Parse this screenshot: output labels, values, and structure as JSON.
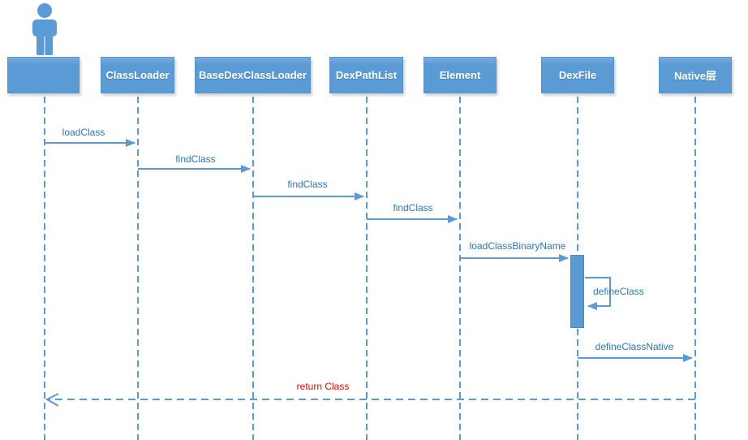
{
  "diagram": {
    "type": "uml-sequence-diagram",
    "colors": {
      "primary_blue": "#5b9bd5",
      "label_blue": "#2e75b6",
      "return_red": "#ff0000",
      "box_text": "#ffffff",
      "background": "#ffffff"
    },
    "actor": {
      "description": "person-figure-icon",
      "label": ""
    },
    "participants": [
      {
        "label": "",
        "type": "actor-lifeline-box"
      },
      {
        "label": "ClassLoader"
      },
      {
        "label": "BaseDexClassLoader"
      },
      {
        "label": "DexPathList"
      },
      {
        "label": "Element"
      },
      {
        "label": "DexFile"
      },
      {
        "label": "Native层"
      }
    ],
    "messages": [
      {
        "label": "loadClass",
        "from": "actor",
        "to": "ClassLoader",
        "style": "solid"
      },
      {
        "label": "findClass",
        "from": "ClassLoader",
        "to": "BaseDexClassLoader",
        "style": "solid"
      },
      {
        "label": "findClass",
        "from": "BaseDexClassLoader",
        "to": "DexPathList",
        "style": "solid"
      },
      {
        "label": "findClass",
        "from": "DexPathList",
        "to": "Element",
        "style": "solid"
      },
      {
        "label": "loadClassBinaryName",
        "from": "Element",
        "to": "DexFile",
        "style": "solid"
      },
      {
        "label": "defineClass",
        "from": "DexFile",
        "to": "DexFile",
        "style": "self-call"
      },
      {
        "label": "defineClassNative",
        "from": "DexFile",
        "to": "Native层",
        "style": "solid"
      },
      {
        "label": "return Class",
        "from": "Native层",
        "to": "actor",
        "style": "dashed-return",
        "color": "#ff0000"
      }
    ]
  }
}
